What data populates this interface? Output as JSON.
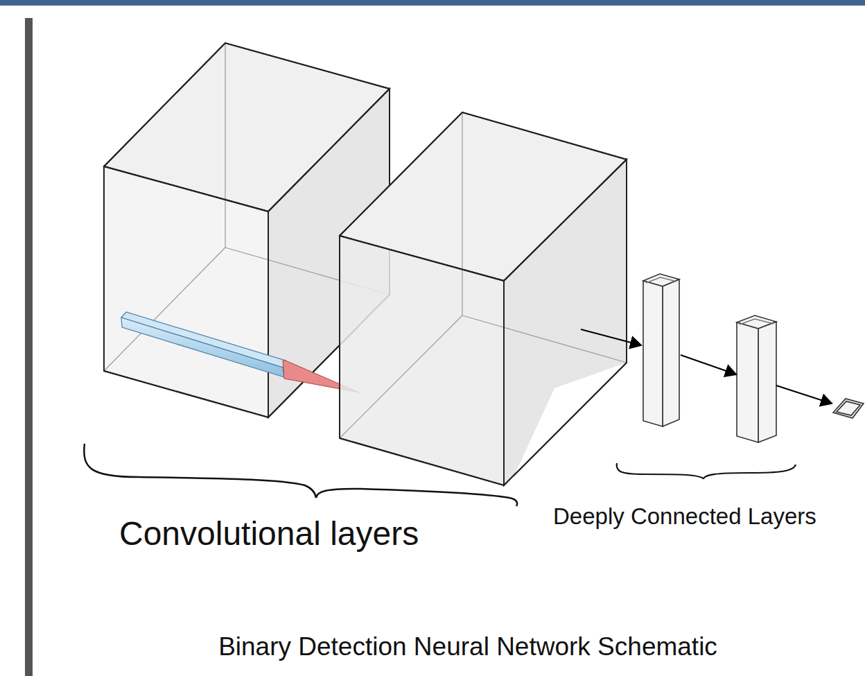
{
  "diagram": {
    "caption": "Binary Detection Neural Network Schematic",
    "labels": [
      "Convolutional layers",
      "Deeply Connected Layers"
    ]
  }
}
